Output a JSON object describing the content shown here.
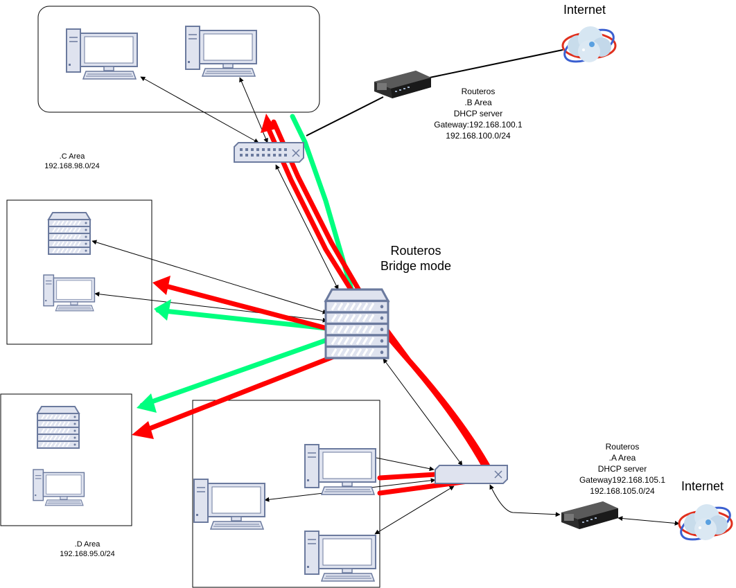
{
  "labels": {
    "internet_top": "Internet",
    "internet_right": "Internet",
    "bridge_line1": "Routeros",
    "bridge_line2": "Bridge mode",
    "b_area": {
      "l1": "Routeros",
      "l2": ".B  Area",
      "l3": "DHCP server",
      "l4": "Gateway:192.168.100.1",
      "l5": "192.168.100.0/24"
    },
    "a_area": {
      "l1": "Routeros",
      "l2": ".A  Area",
      "l3": "DHCP server",
      "l4": "Gateway192.168.105.1",
      "l5": "192.168.105.0/24"
    },
    "c_area": {
      "l1": ".C  Area",
      "l2": "192.168.98.0/24"
    },
    "d_area": {
      "l1": ".D  Area",
      "l2": "192.168.95.0/24"
    }
  },
  "icons": [
    "desktop-computer-icon",
    "server-rack-icon",
    "network-switch-icon",
    "router-icon",
    "internet-cloud-icon"
  ],
  "colors": {
    "icon_fill": "#dfe3ef",
    "icon_stroke": "#6b7a9e",
    "path_red": "#ff0000",
    "path_green": "#00ff7f",
    "line_black": "#000000"
  }
}
